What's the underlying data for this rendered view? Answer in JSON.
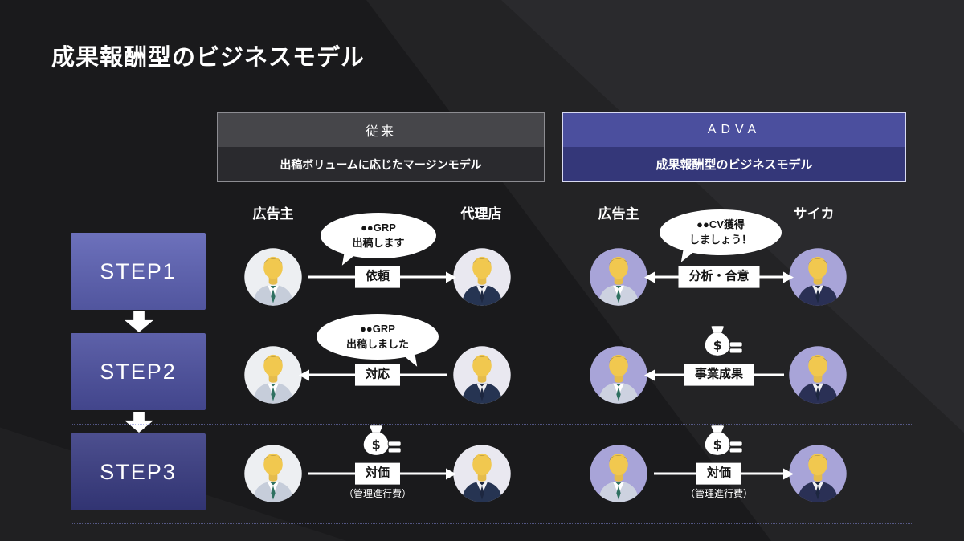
{
  "title": "成果報酬型のビジネスモデル",
  "colors": {
    "background": "#1a1a1c",
    "step1": "#5c61b4",
    "step2": "#4b4f9f",
    "step3": "#383b82",
    "adva_header": "#4b4f9e",
    "adva_subheader": "#343779",
    "traditional_header": "#46464a",
    "traditional_subheader": "#2a2a2e",
    "bubble": "#ffffff",
    "label_box": "#ffffff"
  },
  "headers": {
    "traditional": {
      "title": "従来",
      "subtitle": "出稿ボリュームに応じたマージンモデル"
    },
    "adva": {
      "title": "ADVA",
      "subtitle": "成果報酬型のビジネスモデル"
    }
  },
  "actors": {
    "trad_left": "広告主",
    "trad_right": "代理店",
    "adva_left": "広告主",
    "adva_right": "サイカ"
  },
  "steps": [
    {
      "label": "STEP1"
    },
    {
      "label": "STEP2"
    },
    {
      "label": "STEP3"
    }
  ],
  "flows": {
    "step1_trad": {
      "bubble_line1": "●●GRP",
      "bubble_line2": "出稿します",
      "arrow_label": "依頼"
    },
    "step1_adva": {
      "bubble_line1": "●●CV獲得",
      "bubble_line2": "しましょう！",
      "arrow_label": "分析・合意"
    },
    "step2_trad": {
      "bubble_line1": "●●GRP",
      "bubble_line2": "出稿しました",
      "arrow_label": "対応"
    },
    "step2_adva": {
      "arrow_label": "事業成果"
    },
    "step3_trad": {
      "arrow_label": "対価",
      "sub_label": "（管理進行費）"
    },
    "step3_adva": {
      "arrow_label": "対価",
      "sub_label": "（管理進行費）"
    }
  },
  "icons": {
    "money_bag": "money-bag-icon",
    "down_arrow": "down-arrow-icon"
  }
}
